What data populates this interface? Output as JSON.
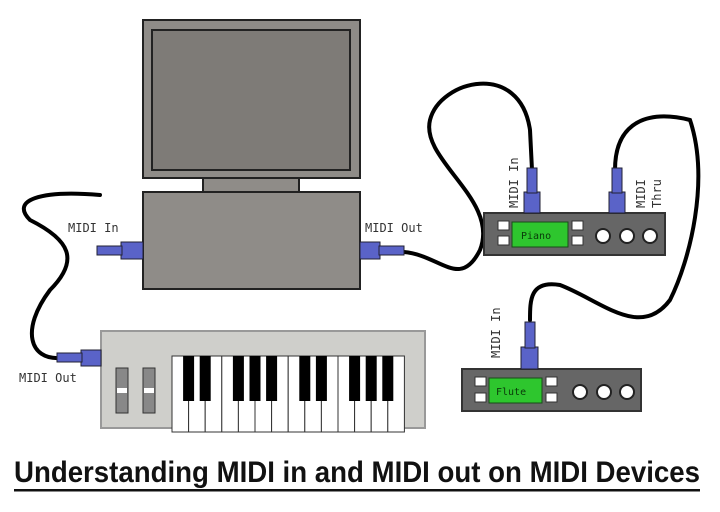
{
  "title": "Understanding MIDI in and MIDI out on MIDI Devices",
  "computer": {
    "midi_in_label": "MIDI In",
    "midi_out_label": "MIDI Out"
  },
  "keyboard": {
    "midi_out_label": "MIDI Out"
  },
  "piano_module": {
    "display": "Piano",
    "midi_in_label": "MIDI In",
    "midi_thru_label_1": "MIDI",
    "midi_thru_label_2": "Thru"
  },
  "flute_module": {
    "display": "Flute",
    "midi_in_label": "MIDI In"
  },
  "colors": {
    "connector": "#5a63c8",
    "display": "#2ec62e",
    "module": "#666666",
    "computer": "#8f8c88",
    "keyboard": "#cfcfcb"
  }
}
